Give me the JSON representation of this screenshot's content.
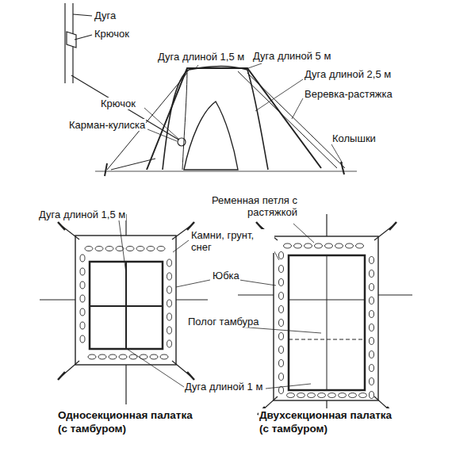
{
  "diagram": {
    "labels": [
      "Дуга",
      "Крючок",
      "Дуга длиной 1,5 м",
      "Дуга длиной 5 м",
      "Дуга длиной 2,5 м",
      "Веревка-растяжка",
      "Крючок",
      "Карман-кулиска",
      "Колышки",
      "Дуга длиной 1,5 м",
      "Ременная петля с растяжкой",
      "Камни, грунт, снег",
      "Юбка",
      "Полог тамбура",
      "Дуга длиной 1 м",
      "Односекционная палатка (с тамбуром)",
      "Двухсекционная палатка (с тамбуром)"
    ]
  }
}
